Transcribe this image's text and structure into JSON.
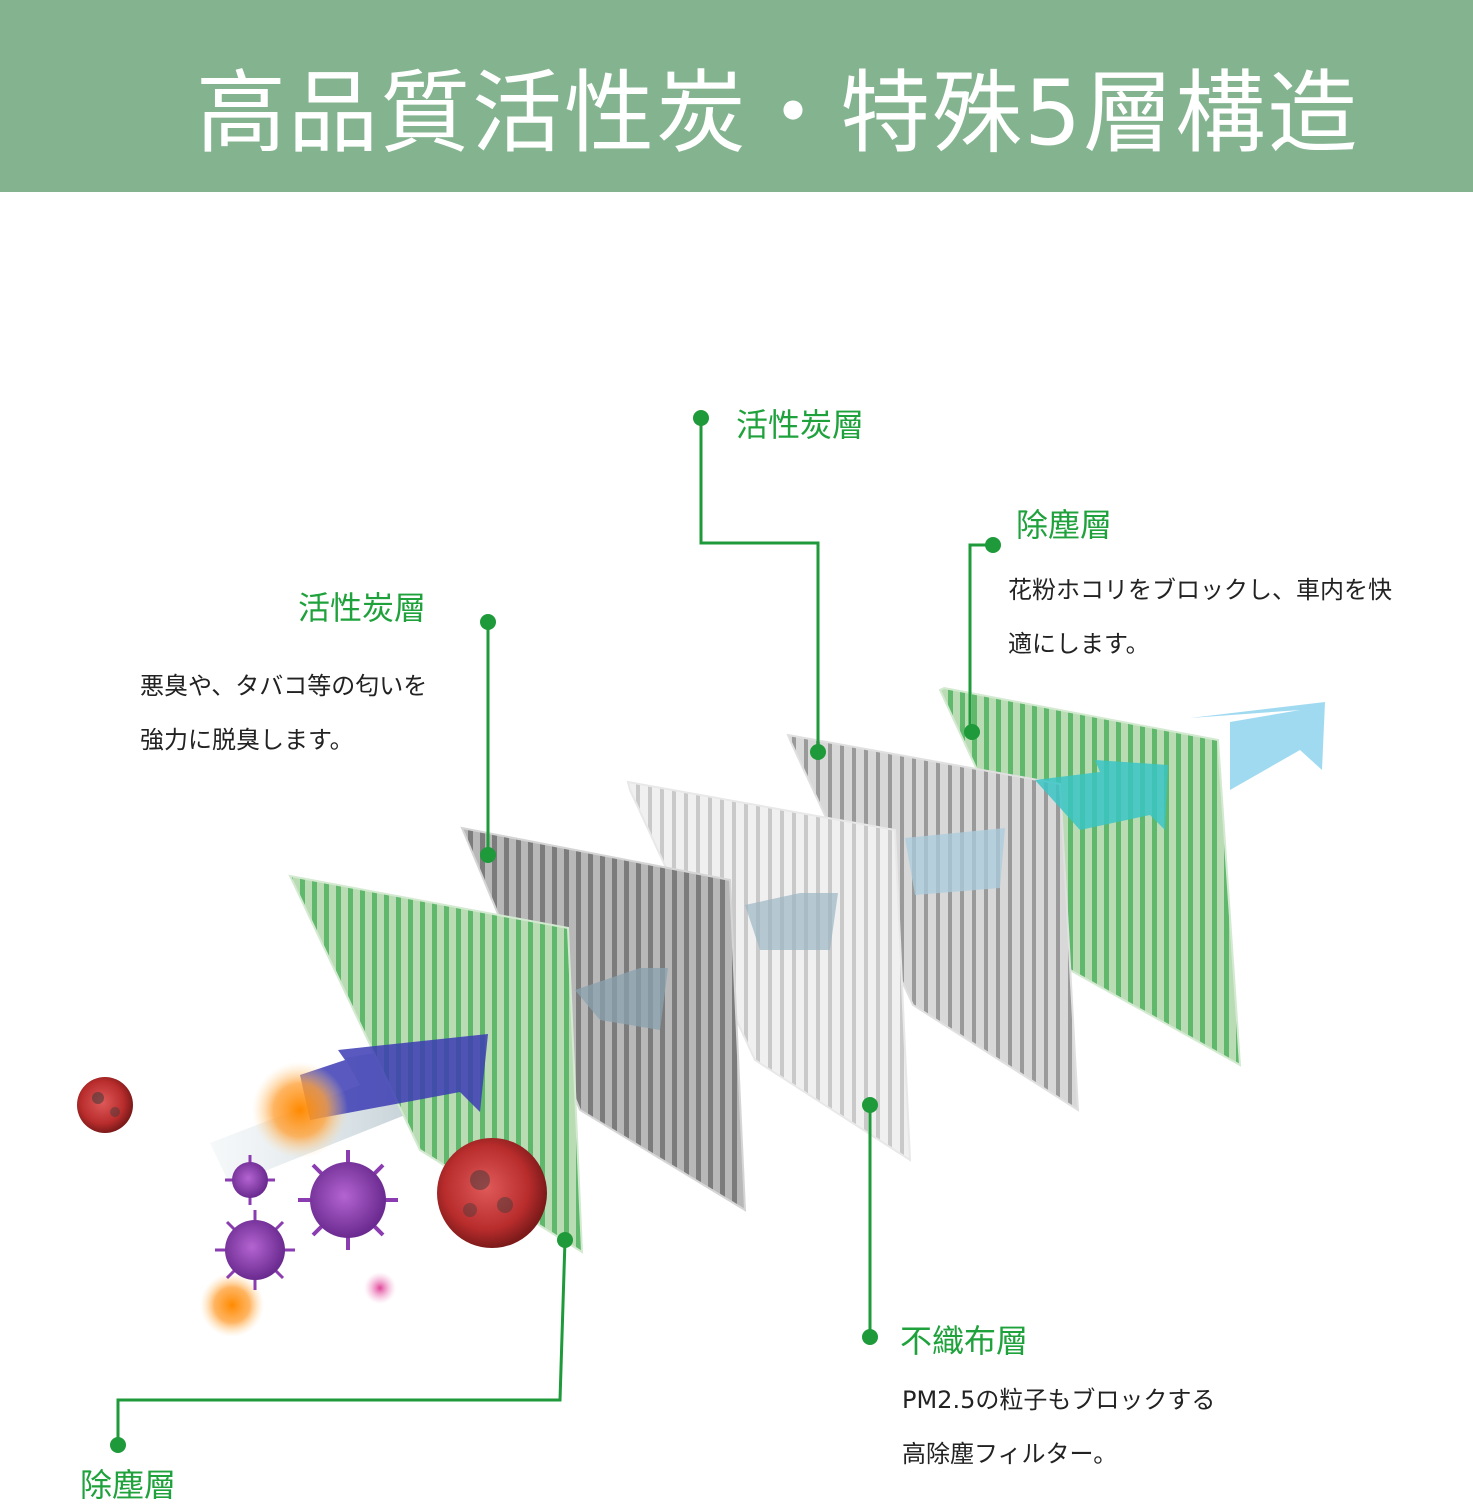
{
  "header": {
    "title": "高品質活性炭・特殊5層構造"
  },
  "colors": {
    "header_bg": "#84b48f",
    "label_green": "#1fa23c",
    "leader_line": "#1e9a3a"
  },
  "layers": [
    {
      "id": "dust-layer-front",
      "label": "除塵層",
      "description": []
    },
    {
      "id": "carbon-layer-1",
      "label": "活性炭層",
      "description": [
        "悪臭や、タバコ等の匂いを",
        "強力に脱臭します。"
      ]
    },
    {
      "id": "nonwoven-layer",
      "label": "不織布層",
      "description": [
        "PM2.5の粒子もブロックする",
        "高除塵フィルター。"
      ]
    },
    {
      "id": "carbon-layer-2",
      "label": "活性炭層",
      "description": []
    },
    {
      "id": "dust-layer-back",
      "label": "除塵層",
      "description": [
        "花粉ホコリをブロックし、車内を快",
        "適にします。"
      ]
    }
  ]
}
